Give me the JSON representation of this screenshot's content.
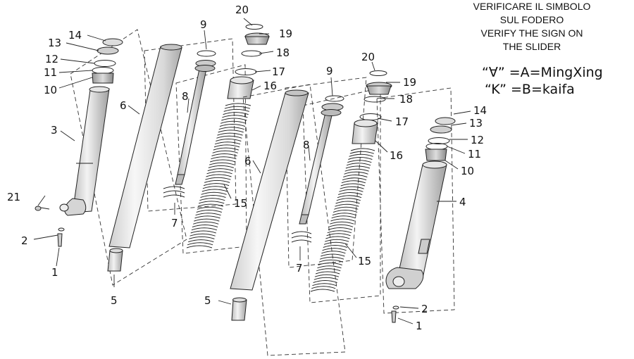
{
  "notice": {
    "line1": "VERIFICARE IL SIMBOLO",
    "line2": "SUL FODERO",
    "line3": "VERIFY THE SIGN ON",
    "line4": "THE SLIDER"
  },
  "legend": {
    "row1": "“∀” =A=MingXing",
    "row2": "“K” =B=kaifa"
  },
  "callouts": {
    "c1a": "1",
    "c1b": "1",
    "c2a": "2",
    "c2b": "2",
    "c3": "3",
    "c4": "4",
    "c5a": "5",
    "c5b": "5",
    "c6a": "6",
    "c6b": "6",
    "c7a": "7",
    "c7b": "7",
    "c8a": "8",
    "c8b": "8",
    "c9a": "9",
    "c9b": "9",
    "c10a": "10",
    "c10b": "10",
    "c11a": "11",
    "c11b": "11",
    "c12a": "12",
    "c12b": "12",
    "c13a": "13",
    "c13b": "13",
    "c14a": "14",
    "c14b": "14",
    "c15a": "15",
    "c15b": "15",
    "c16a": "16",
    "c16b": "16",
    "c17a": "17",
    "c17b": "17",
    "c18a": "18",
    "c18b": "18",
    "c19a": "19",
    "c19b": "19",
    "c20a": "20",
    "c20b": "20",
    "c21": "21"
  }
}
